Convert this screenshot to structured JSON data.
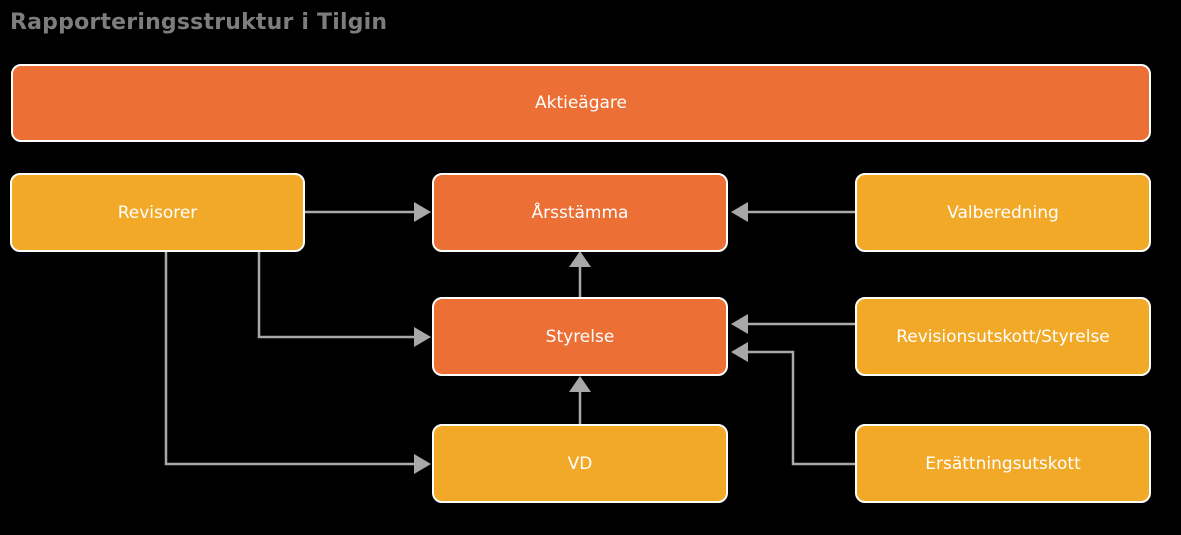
{
  "title": "Rapporteringsstruktur i Tilgin",
  "colors": {
    "primary_box": "#ec6f35",
    "secondary_box": "#f2a928",
    "connector": "#a8a8a8",
    "title": "#7d7d7d",
    "background": "#000000"
  },
  "nodes": {
    "aktieagare": "Aktieägare",
    "revisorer": "Revisorer",
    "arsstamma": "Årsstämma",
    "valberedning": "Valberedning",
    "styrelse": "Styrelse",
    "revisionsutskott": "Revisionsutskott/Styrelse",
    "vd": "VD",
    "ersattningsutskott": "Ersättningsutskott"
  }
}
